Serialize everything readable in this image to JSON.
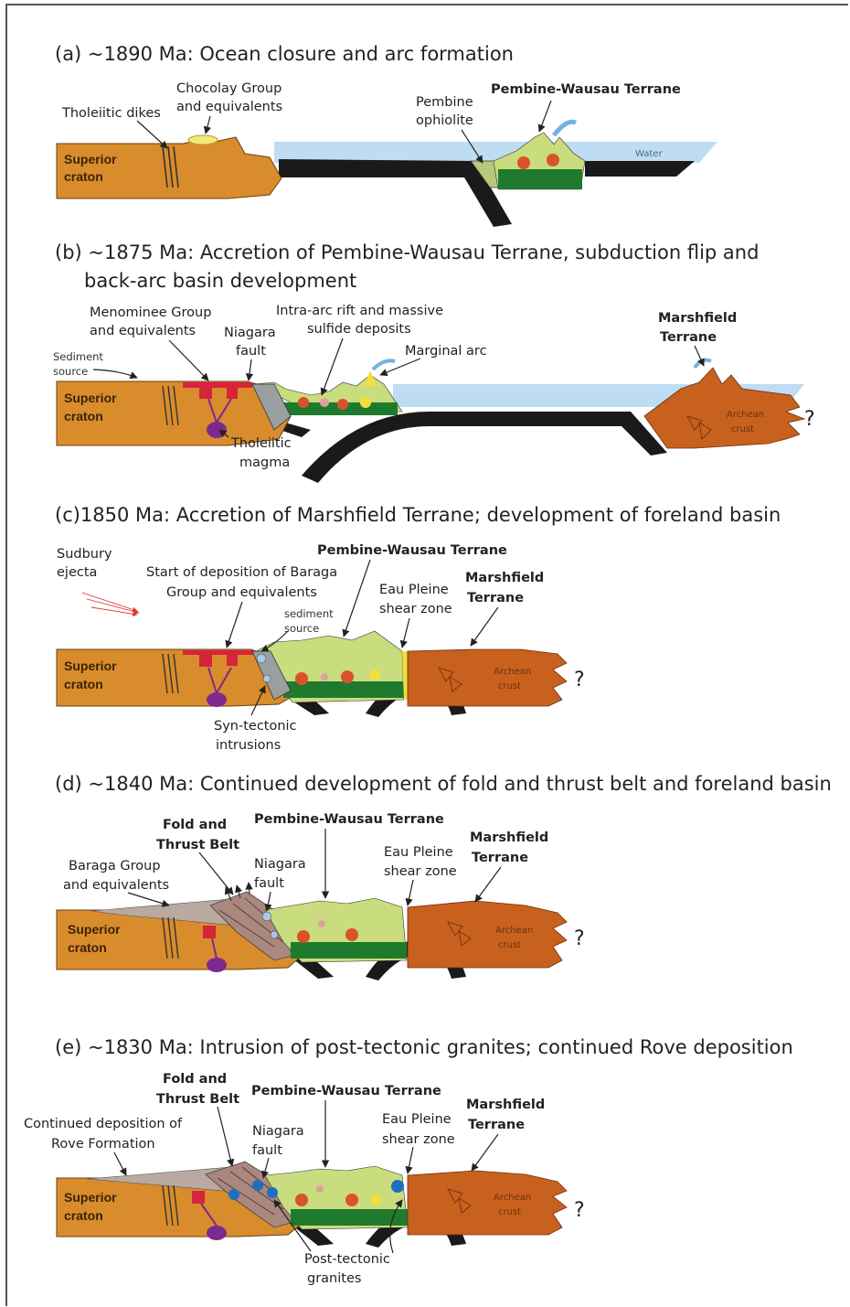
{
  "colors": {
    "craton": "#D98C2B",
    "terrane_light": "#C9DC7E",
    "terrane_dark": "#1F7A2E",
    "marshfield": "#C8611E",
    "water": "#BFDDF2",
    "slab": "#1A1A1A",
    "red_intrusion": "#D6243A",
    "purple_magma": "#7B2A8F",
    "plutons_red": "#D9522B",
    "plutons_yellow": "#F2E03A",
    "plutons_blue": "#1E6FBF"
  },
  "panels": {
    "a": {
      "title": "(a) ~1890 Ma: Ocean closure and arc formation",
      "labels": {
        "tholeiitic_dikes": "Tholeiitic dikes",
        "chocolay_1": "Chocolay Group",
        "chocolay_2": "and equivalents",
        "pembine_oph_1": "Pembine",
        "pembine_oph_2": "ophiolite",
        "pw_terrane": "Pembine-Wausau Terrane",
        "water": "Water",
        "superior_1": "Superior",
        "superior_2": "craton"
      }
    },
    "b": {
      "title_1": "(b) ~1875 Ma: Accretion of Pembine-Wausau Terrane, subduction flip and",
      "title_2": "back-arc basin development",
      "labels": {
        "menominee_1": "Menominee Group",
        "menominee_2": "and equivalents",
        "niagara_1": "Niagara",
        "niagara_2": "fault",
        "intra_1": "Intra-arc rift and massive",
        "intra_2": "sulfide deposits",
        "marginal_arc": "Marginal arc",
        "marshfield_1": "Marshfield",
        "marshfield_2": "Terrane",
        "sediment_1": "Sediment",
        "sediment_2": "source",
        "tholeiitic_1": "Tholeiitic",
        "tholeiitic_2": "magma",
        "archean_1": "Archean",
        "archean_2": "crust",
        "q": "?",
        "superior_1": "Superior",
        "superior_2": "craton"
      }
    },
    "c": {
      "title": "(c)1850 Ma: Accretion of Marshfield Terrane; development of foreland basin",
      "labels": {
        "sudbury_1": "Sudbury",
        "sudbury_2": "ejecta",
        "baraga_start_1": "Start of deposition of Baraga",
        "baraga_start_2": "Group and equivalents",
        "pw_terrane": "Pembine-Wausau Terrane",
        "sediment_1": "sediment",
        "sediment_2": "source",
        "eau_1": "Eau Pleine",
        "eau_2": "shear zone",
        "marshfield_1": "Marshfield",
        "marshfield_2": "Terrane",
        "syn_1": "Syn-tectonic",
        "syn_2": "intrusions",
        "archean_1": "Archean",
        "archean_2": "crust",
        "q": "?",
        "superior_1": "Superior",
        "superior_2": "craton"
      }
    },
    "d": {
      "title": "(d) ~1840 Ma: Continued development of fold and thrust belt and foreland basin",
      "labels": {
        "fold_1": "Fold and",
        "fold_2": "Thrust Belt",
        "pw_terrane": "Pembine-Wausau Terrane",
        "baraga_1": "Baraga Group",
        "baraga_2": "and equivalents",
        "niagara_1": "Niagara",
        "niagara_2": "fault",
        "eau_1": "Eau Pleine",
        "eau_2": "shear zone",
        "marshfield_1": "Marshfield",
        "marshfield_2": "Terrane",
        "archean_1": "Archean",
        "archean_2": "crust",
        "q": "?",
        "superior_1": "Superior",
        "superior_2": "craton"
      }
    },
    "e": {
      "title": "(e) ~1830 Ma: Intrusion of post-tectonic granites; continued Rove deposition",
      "labels": {
        "fold_1": "Fold and",
        "fold_2": "Thrust Belt",
        "pw_terrane": "Pembine-Wausau Terrane",
        "marshfield_1": "Marshfield",
        "marshfield_2": "Terrane",
        "rove_1": "Continued deposition of",
        "rove_2": "Rove Formation",
        "niagara_1": "Niagara",
        "niagara_2": "fault",
        "eau_1": "Eau Pleine",
        "eau_2": "shear zone",
        "post_1": "Post-tectonic",
        "post_2": "granites",
        "archean_1": "Archean",
        "archean_2": "crust",
        "q": "?",
        "superior_1": "Superior",
        "superior_2": "craton"
      }
    }
  }
}
